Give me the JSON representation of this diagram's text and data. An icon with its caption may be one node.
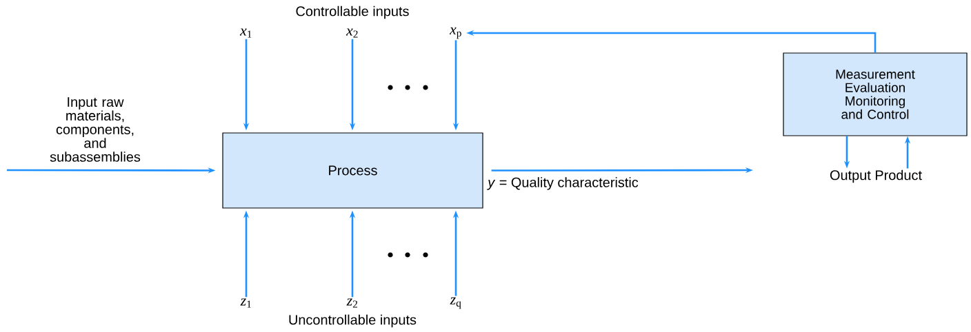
{
  "diagram": {
    "nodes": [
      {
        "text": [
          "Process"
        ]
      },
      {
        "text": [
          "Measurement Evaluation Monitoring and Control"
        ]
      },
      {
        "text": [
          "*x*$_{1}$"
        ]
      },
      {
        "text": [
          "*x*$_{2}$"
        ]
      },
      {
        "text": [
          "*x*$_{p}$"
        ]
      },
      {
        "text": [
          "*z*$_{1}$"
        ]
      },
      {
        "text": [
          "*z*$_{2}$"
        ]
      },
      {
        "text": [
          "*z*$_{q}$"
        ]
      },
      {
        "text": [
          "Output Product"
        ]
      }
    ],
    "edges": [
      {
        "from": null,
        "to": 0,
        "arrow": "to",
        "label": "Input raw materials, components, and subassemblies"
      },
      {
        "from": 2,
        "to": 0,
        "arrow": "to"
      },
      {
        "from": 3,
        "to": 0,
        "arrow": "to"
      },
      {
        "from": 4,
        "to": 0,
        "arrow": "to"
      },
      {
        "from": 5,
        "to": 0,
        "arrow": "to"
      },
      {
        "from": 6,
        "to": 0,
        "arrow": "to"
      },
      {
        "from": 7,
        "to": 0,
        "arrow": "to"
      },
      {
        "from": 0,
        "to": null,
        "arrow": "to",
        "label": "*y* = Quality characteristic"
      },
      {
        "from": 1,
        "to": 4,
        "arrow": "to"
      },
      {
        "from": 1,
        "to": 8,
        "arrow": "to"
      },
      {
        "from": 8,
        "to": 1,
        "arrow": "to"
      }
    ],
    "labels": [
      "Controllable inputs",
      "Uncontrollable inputs"
    ]
  }
}
